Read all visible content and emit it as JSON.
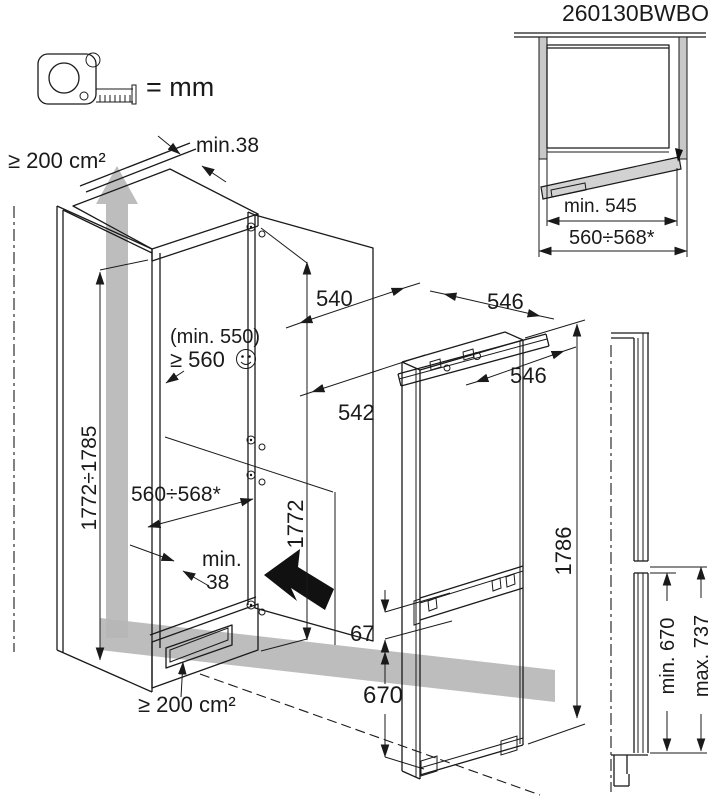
{
  "header": {
    "model_number": "260130BWBO"
  },
  "legend": {
    "unit_equals": "= mm"
  },
  "main_view": {
    "vent_area_top": "≥ 200 cm²",
    "vent_area_bottom": "≥ 200 cm²",
    "top_clearance": "min.38",
    "niche_height_range": "1772÷1785",
    "recess_depth_note": "(min. 550)",
    "recess_depth": "≥ 560",
    "niche_width_range": "560÷568*",
    "side_clearance_label": "min.",
    "side_clearance_value": "38",
    "cabinet_depth": "540",
    "appliance_depth": "542",
    "niche_height": "1772",
    "top_rail_width": "546",
    "appliance_width": "546",
    "appliance_height": "1786",
    "compartment_gap": "67",
    "freezer_door_height": "670"
  },
  "top_view_inset": {
    "door_open_depth": "min. 545",
    "niche_width_range": "560÷568*"
  },
  "side_view_inset": {
    "lower_door_min": "min. 670",
    "lower_door_max": "max. 737"
  },
  "colors": {
    "line": "#1a1a1a",
    "airflow_gray": "#b6b6b6",
    "panel_gray": "#c8c8c8",
    "door_gray": "#d2d2d2",
    "background": "#ffffff"
  }
}
